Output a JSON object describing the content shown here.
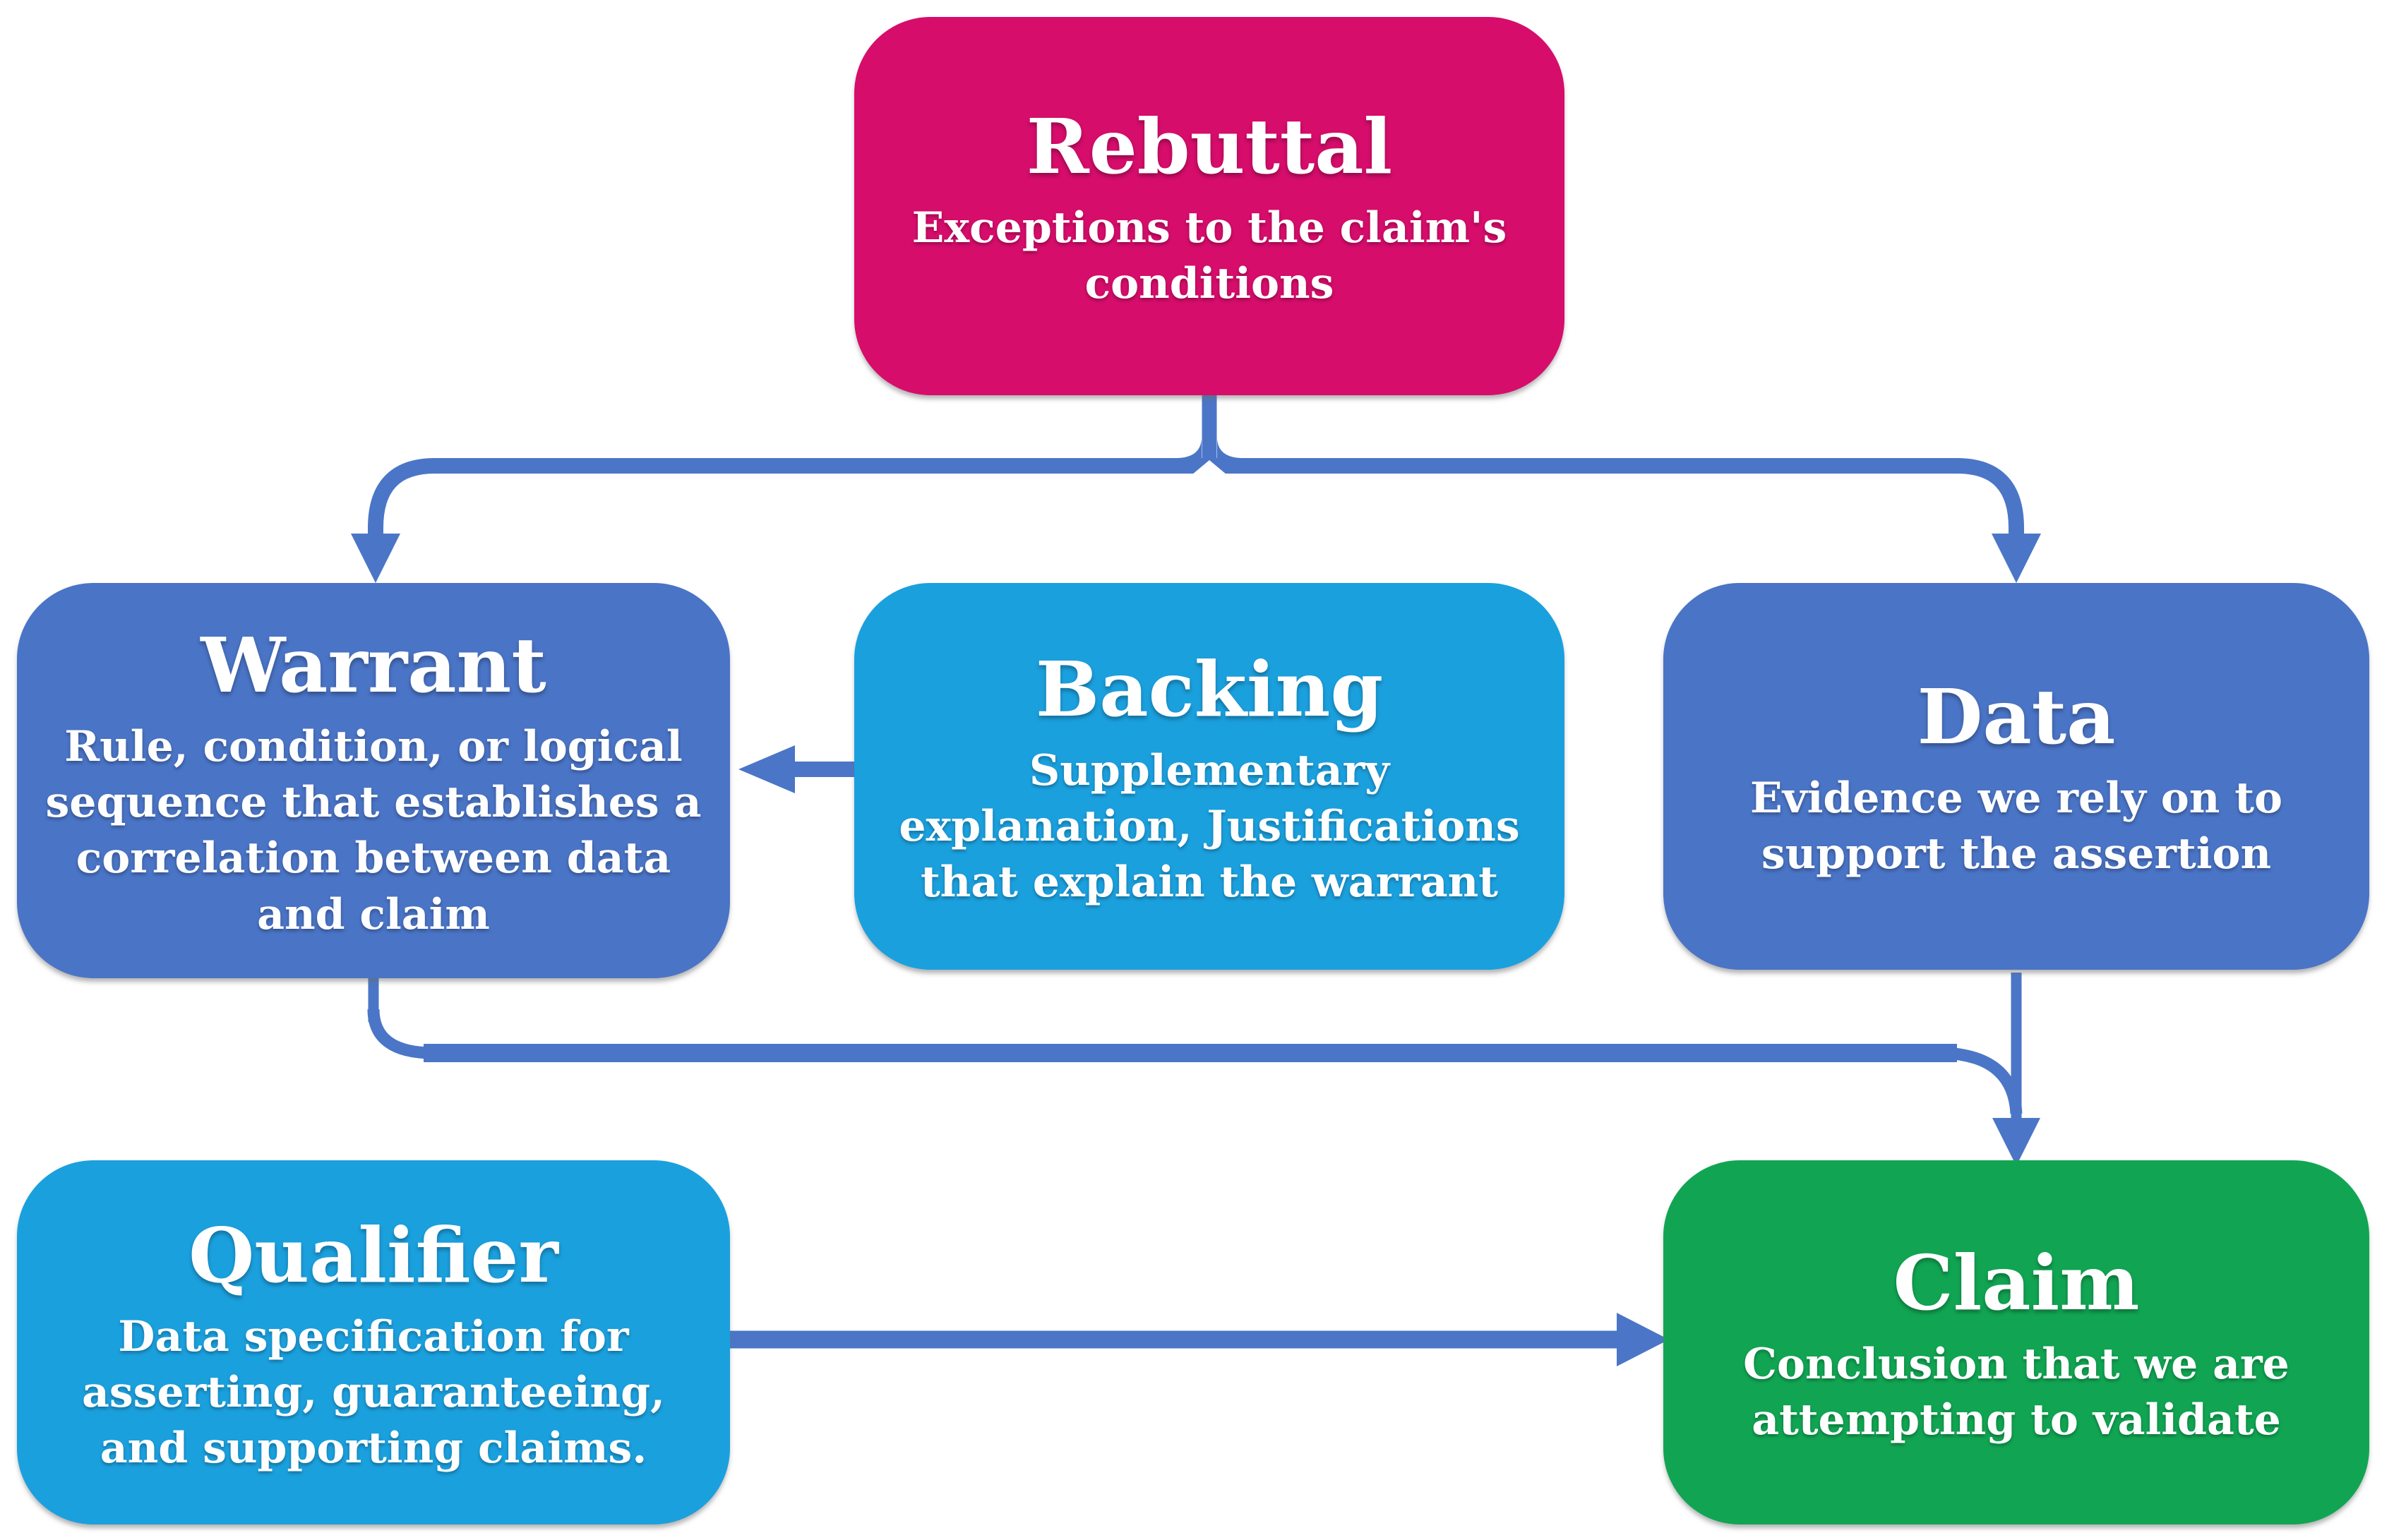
{
  "diagram": {
    "type": "flowchart",
    "model": "Toulmin argument diagram",
    "colors": {
      "rebuttal": "#d60d6b",
      "primary-blue": "#4a74c6",
      "light-blue": "#1ba0de",
      "green": "#11a553",
      "connector": "#4b76c7",
      "text": "#ffffff",
      "background": "#ffffff"
    },
    "nodes": [
      {
        "id": "rebuttal",
        "label": "Rebuttal",
        "description": "Exceptions to the claim's\nconditions",
        "color": "#d60d6b"
      },
      {
        "id": "warrant",
        "label": "Warrant",
        "description": "Rule, condition, or logical\nsequence that establishes a\ncorrelation between data\nand claim",
        "color": "#4a74c6"
      },
      {
        "id": "backing",
        "label": "Backing",
        "description": "Supplementary\nexplanation, Justifications\nthat explain the warrant",
        "color": "#1ba0de"
      },
      {
        "id": "data",
        "label": "Data",
        "description": "Evidence we rely on to\nsupport the assertion",
        "color": "#4a74c6"
      },
      {
        "id": "qualifier",
        "label": "Qualifier",
        "description": "Data specification for\nasserting, guaranteeing,\nand supporting claims.",
        "color": "#1ba0de"
      },
      {
        "id": "claim",
        "label": "Claim",
        "description": "Conclusion that we are\nattempting to validate",
        "color": "#11a553"
      }
    ],
    "edges": [
      {
        "from": "rebuttal",
        "to": "warrant"
      },
      {
        "from": "rebuttal",
        "to": "data"
      },
      {
        "from": "backing",
        "to": "warrant"
      },
      {
        "from": "warrant",
        "to": "claim"
      },
      {
        "from": "data",
        "to": "claim"
      },
      {
        "from": "qualifier",
        "to": "claim"
      }
    ]
  }
}
